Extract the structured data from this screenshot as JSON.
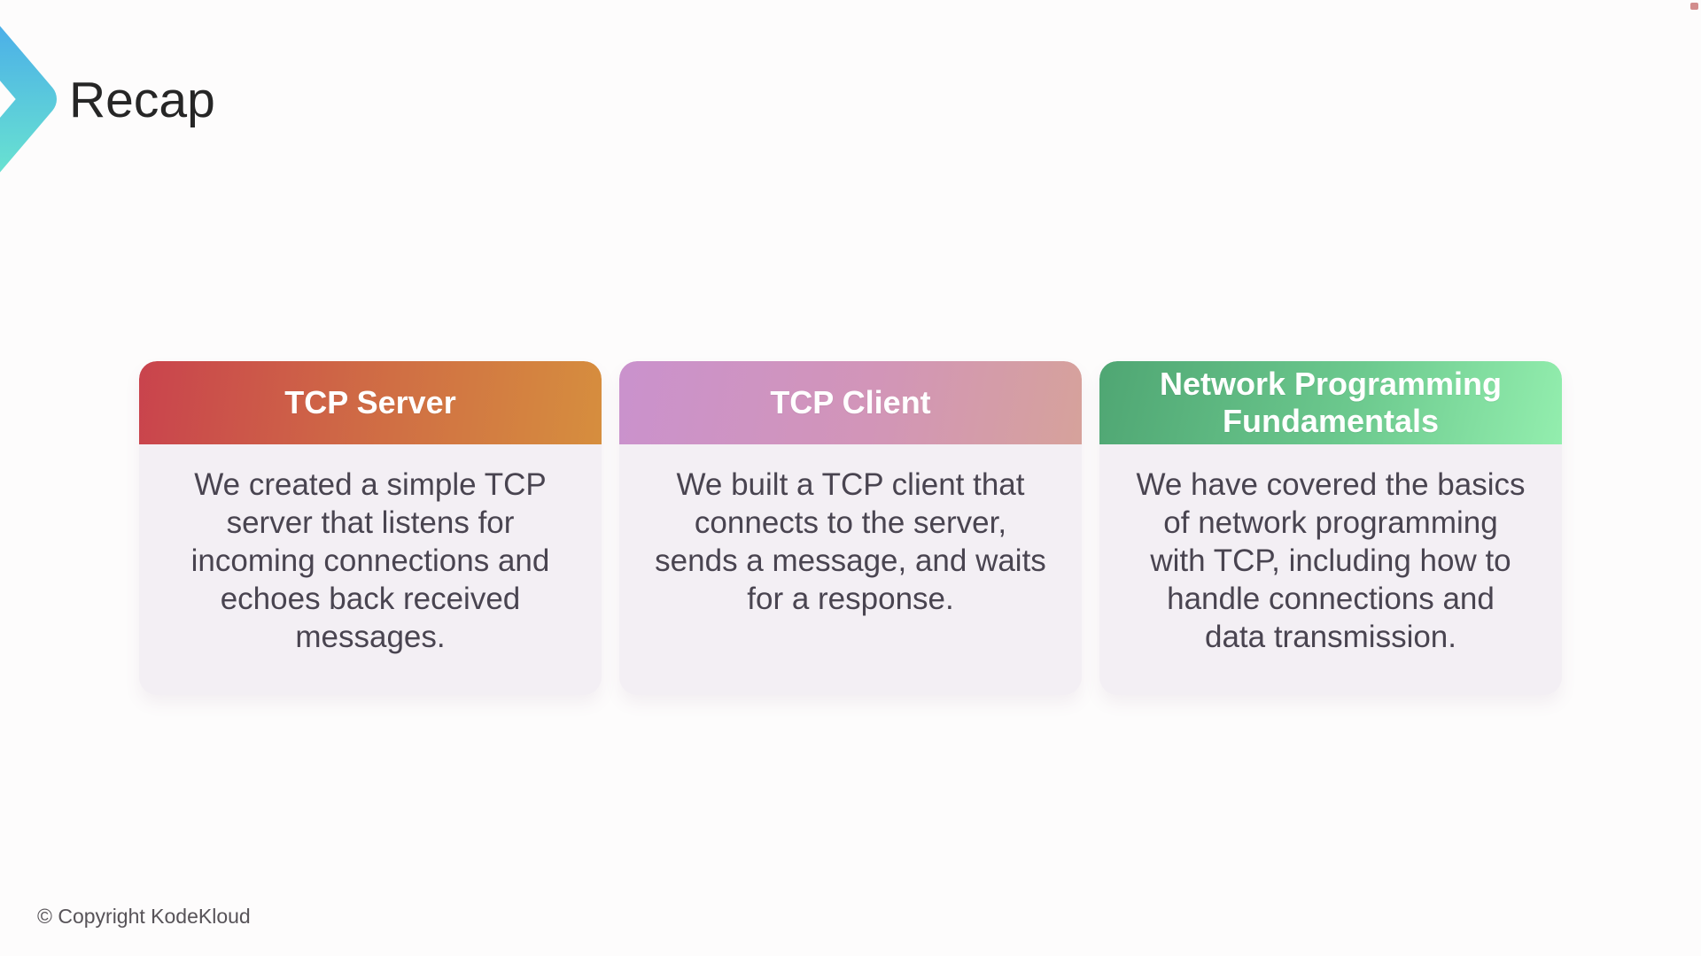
{
  "header": {
    "title": "Recap"
  },
  "logo": {
    "icon": "chevron-right-icon",
    "gradient_top": "#4cb0e8",
    "gradient_mid": "#5ac9dc",
    "gradient_bottom": "#68e1d1"
  },
  "cards": [
    {
      "title": "TCP Server",
      "body": "We created a simple TCP\nserver that listens for\nincoming connections and\nechoes back received\nmessages.",
      "header_gradient_start": "#c9434d",
      "header_gradient_end": "#d68e3e"
    },
    {
      "title": "TCP Client",
      "body": "We built a TCP client that\nconnects to the server,\nsends a message, and waits\nfor a response.",
      "header_gradient_start": "#ca92cd",
      "header_gradient_end": "#d6a29b"
    },
    {
      "title": "Network Programming\nFundamentals",
      "body": "We have covered the basics\nof network programming\nwith TCP, including how to\nhandle connections and\ndata transmission.",
      "header_gradient_start": "#4fa673",
      "header_gradient_end": "#93eeae"
    }
  ],
  "footer": {
    "copyright": "© Copyright KodeKloud"
  },
  "misc": {
    "page_background": "#fdfcfc",
    "card_body_background": "#f3eff4",
    "body_text_color": "#494450",
    "corner_dot_color": "#d28c8c"
  }
}
